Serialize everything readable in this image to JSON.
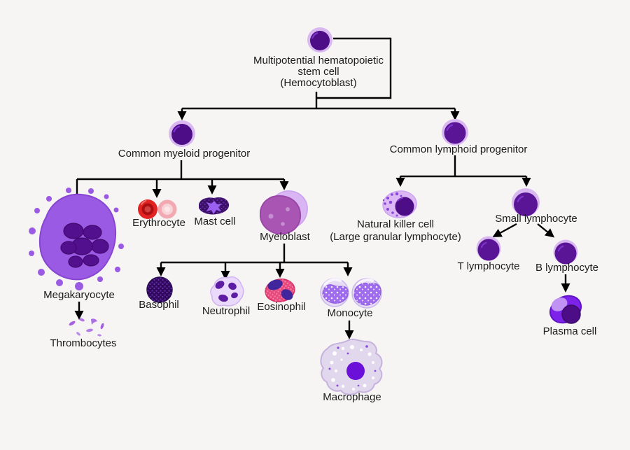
{
  "diagram_title": "Hematopoiesis lineage diagram",
  "colors": {
    "background": "#f6f5f4",
    "line": "#000000",
    "halo": "#d9b8f2",
    "nucleus_dark": "#4c0d86",
    "lymph_dark": "#5a1496",
    "mega_body": "#9a5ae4",
    "mega_nucleus": "#53108e",
    "rbc_red": "#e32322",
    "rbc_red_inner": "#ab0f12",
    "rbc_pale": "#f2a9b2",
    "rbc_pale_inner": "#f8d4d8",
    "mast_body": "#3c0f66",
    "mast_nucleus": "#9b5ff2",
    "myeloblast_front": "#a855b4",
    "myeloblast_back": "#d9b5f4",
    "basophil_body": "#30095c",
    "neutrophil_body": "#ead9fa",
    "neutrophil_lobe": "#5c1da2",
    "eosinophil_body": "#e84a7e",
    "eosinophil_nucleus": "#40259c",
    "monocyte_body": "#e6dcf4",
    "monocyte_nucleus": "#9e6cec",
    "macrophage_body": "#e2d8ee",
    "macrophage_nucleus": "#6b10d8",
    "nk_body": "#dcb8f6",
    "nk_granule": "#8a46d8",
    "plasma_body": "#7d22e8",
    "plasma_patch": "#bf92f4",
    "thrombocyte": "#a560e2"
  },
  "nodes": {
    "stem_cell": {
      "line1": "Multipotential hematopoietic",
      "line2": "stem cell",
      "line3": "(Hemocytoblast)"
    },
    "myeloid_progenitor": {
      "label": "Common myeloid progenitor"
    },
    "lymphoid_progenitor": {
      "label": "Common lymphoid progenitor"
    },
    "megakaryocyte": {
      "label": "Megakaryocyte"
    },
    "thrombocytes": {
      "label": "Thrombocytes"
    },
    "erythrocyte": {
      "label": "Erythrocyte"
    },
    "mast_cell": {
      "label": "Mast cell"
    },
    "myeloblast": {
      "label": "Myeloblast"
    },
    "basophil": {
      "label": "Basophil"
    },
    "neutrophil": {
      "label": "Neutrophil"
    },
    "eosinophil": {
      "label": "Eosinophil"
    },
    "monocyte": {
      "label": "Monocyte"
    },
    "macrophage": {
      "label": "Macrophage"
    },
    "natural_killer": {
      "line1": "Natural killer cell",
      "line2": "(Large granular lymphocyte)"
    },
    "small_lymphocyte": {
      "label": "Small lymphocyte"
    },
    "t_lymphocyte": {
      "label": "T lymphocyte"
    },
    "b_lymphocyte": {
      "label": "B lymphocyte"
    },
    "plasma_cell": {
      "label": "Plasma cell"
    }
  }
}
